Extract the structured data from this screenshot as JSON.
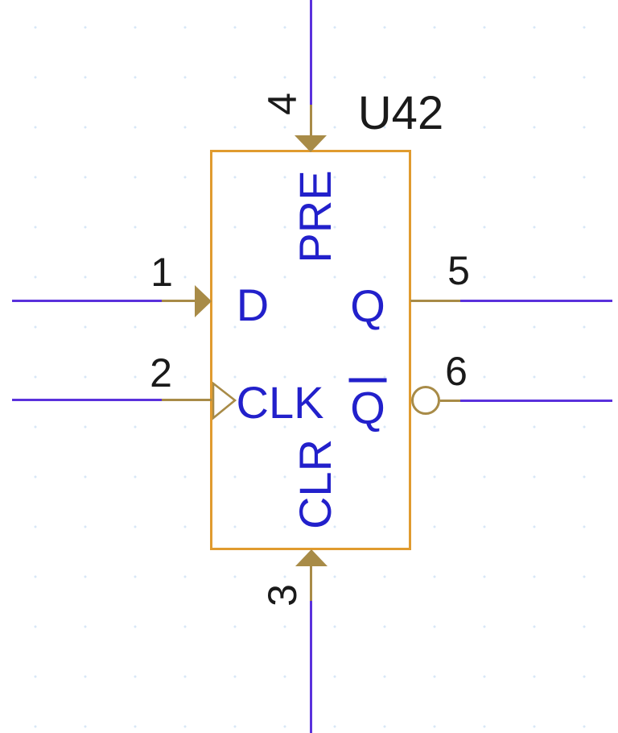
{
  "component": {
    "refdes": "U42",
    "kind": "d-flip-flop-symbol"
  },
  "pins": {
    "d": {
      "number": "1",
      "name": "D",
      "side": "left",
      "style": "filled-arrow-in"
    },
    "clk": {
      "number": "2",
      "name": "CLK",
      "side": "left",
      "style": "clock-wedge"
    },
    "clr": {
      "number": "3",
      "name": "CLR",
      "side": "bottom",
      "style": "filled-arrow-in"
    },
    "pre": {
      "number": "4",
      "name": "PRE",
      "side": "top",
      "style": "filled-arrow-in"
    },
    "q": {
      "number": "5",
      "name": "Q",
      "side": "right",
      "style": "plain"
    },
    "qbar": {
      "number": "6",
      "name": "Q",
      "side": "right",
      "style": "inversion-bubble",
      "overbar": true
    }
  },
  "colors": {
    "wire": "#5a31dc",
    "symbol_outline": "#e09b2f",
    "pin_graphics": "#a88b47",
    "pin_name_text": "#2220cb",
    "annotation_text": "#1a1a1a",
    "grid_dot": "#d7e7f7",
    "background": "#ffffff"
  }
}
